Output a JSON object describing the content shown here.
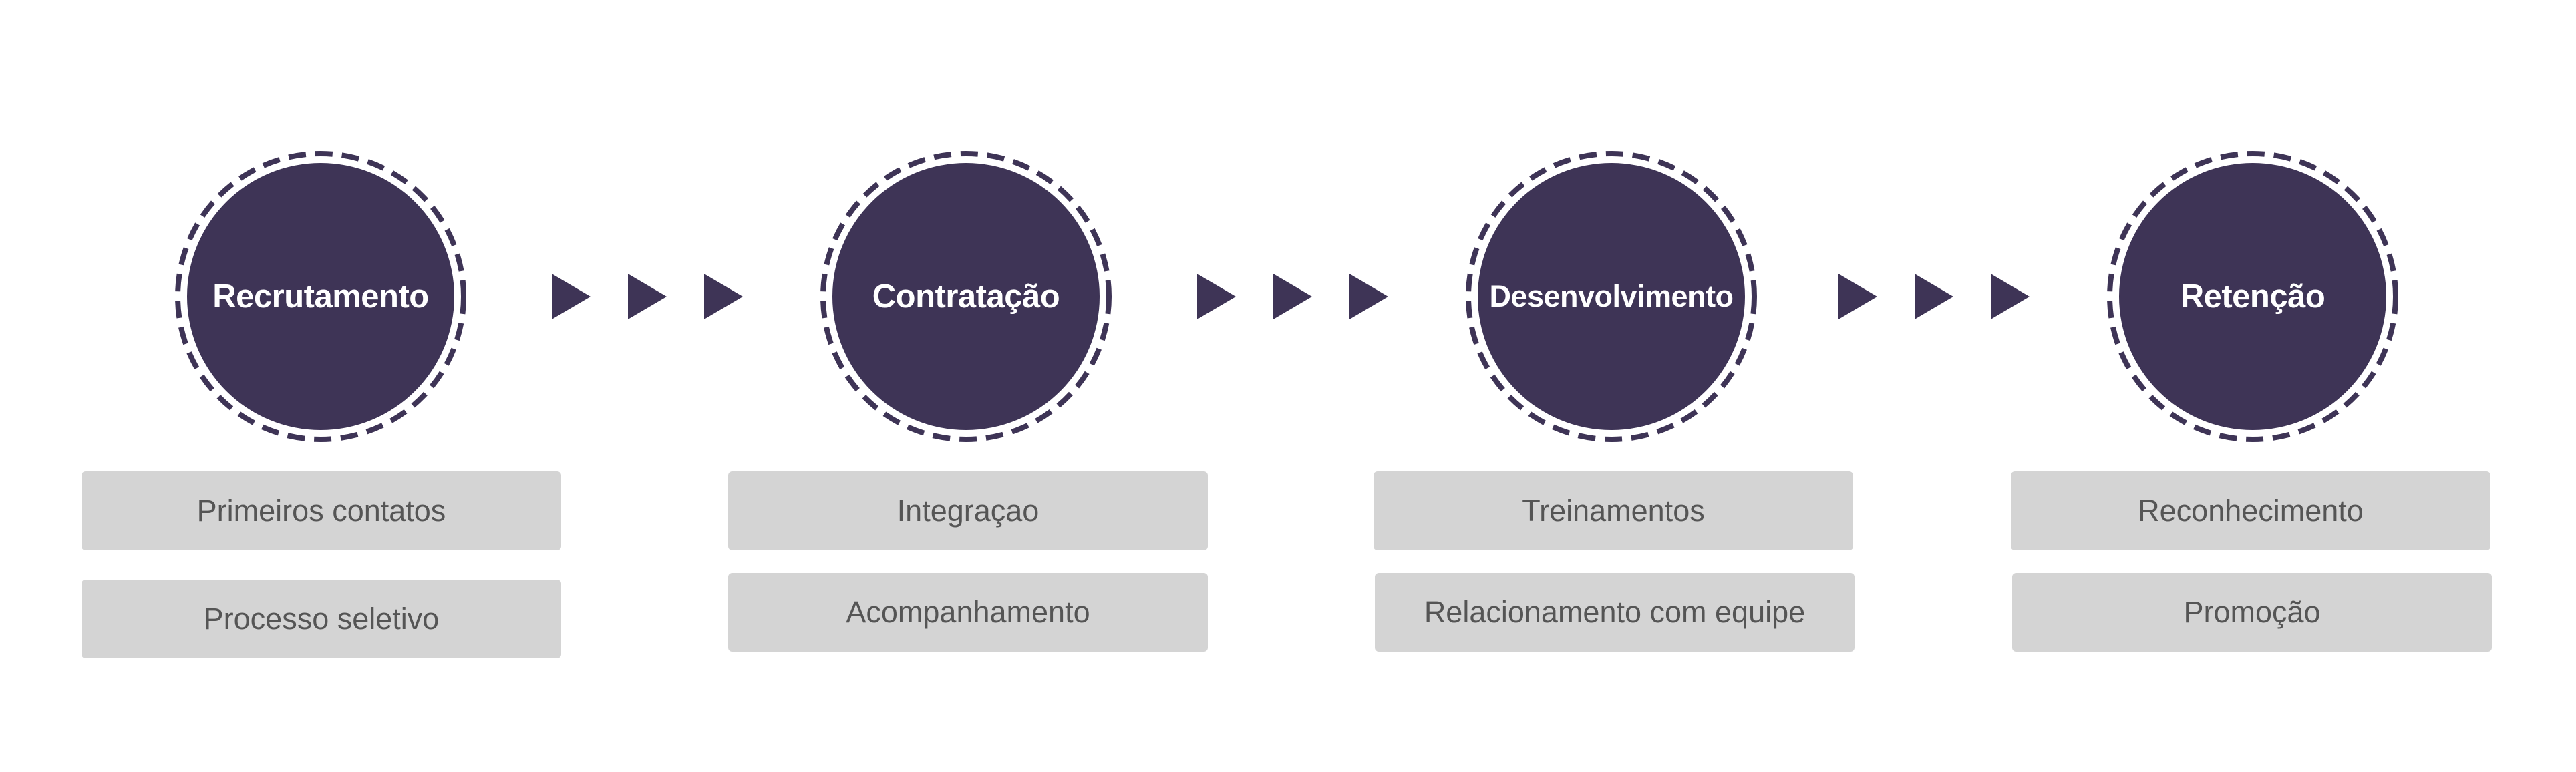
{
  "colors": {
    "circle_fill": "#3e3456",
    "circle_ring": "#3e3456",
    "arrow": "#3e3456",
    "box_fill": "#d4d4d4",
    "box_text": "#555555",
    "circle_text": "#ffffff"
  },
  "stages": [
    {
      "label": "Recrutamento",
      "items": [
        "Primeiros contatos",
        "Processo seletivo"
      ]
    },
    {
      "label": "Contratação",
      "items": [
        "Integraçao",
        "Acompanhamento"
      ]
    },
    {
      "label": "Desenvolvimento",
      "items": [
        "Treinamentos",
        "Relacionamento com equipe"
      ]
    },
    {
      "label": "Retenção",
      "items": [
        "Reconhecimento",
        "Promoção"
      ]
    }
  ],
  "connector_icon": "triple-play-arrow-icon"
}
